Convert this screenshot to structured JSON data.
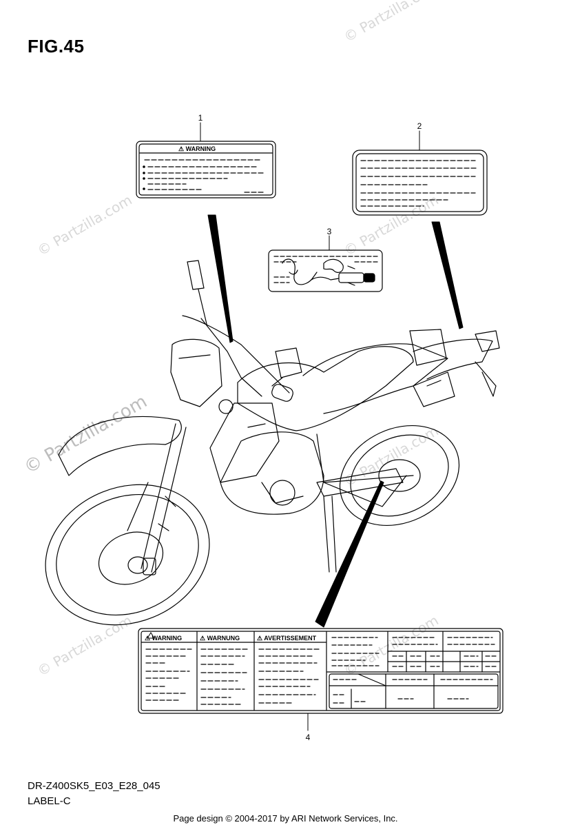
{
  "figure": {
    "title": "FIG.45"
  },
  "callouts": [
    {
      "number": "1"
    },
    {
      "number": "2"
    },
    {
      "number": "3"
    },
    {
      "number": "4"
    }
  ],
  "label_1": {
    "heading": "⚠ WARNING"
  },
  "label_4": {
    "headings": [
      "⚠ WARNING",
      "⚠ WARNUNG",
      "⚠ AVERTISSEMENT"
    ]
  },
  "footer": {
    "model_code": "DR-Z400SK5_E03_E28_045",
    "page_name": "LABEL-C",
    "copyright": "Page design © 2004-2017 by ARI Network Services, Inc."
  },
  "watermark": {
    "text": "© Partzilla.com"
  },
  "colors": {
    "line": "#000000",
    "background": "#ffffff",
    "watermark": "#d8d8d8"
  }
}
